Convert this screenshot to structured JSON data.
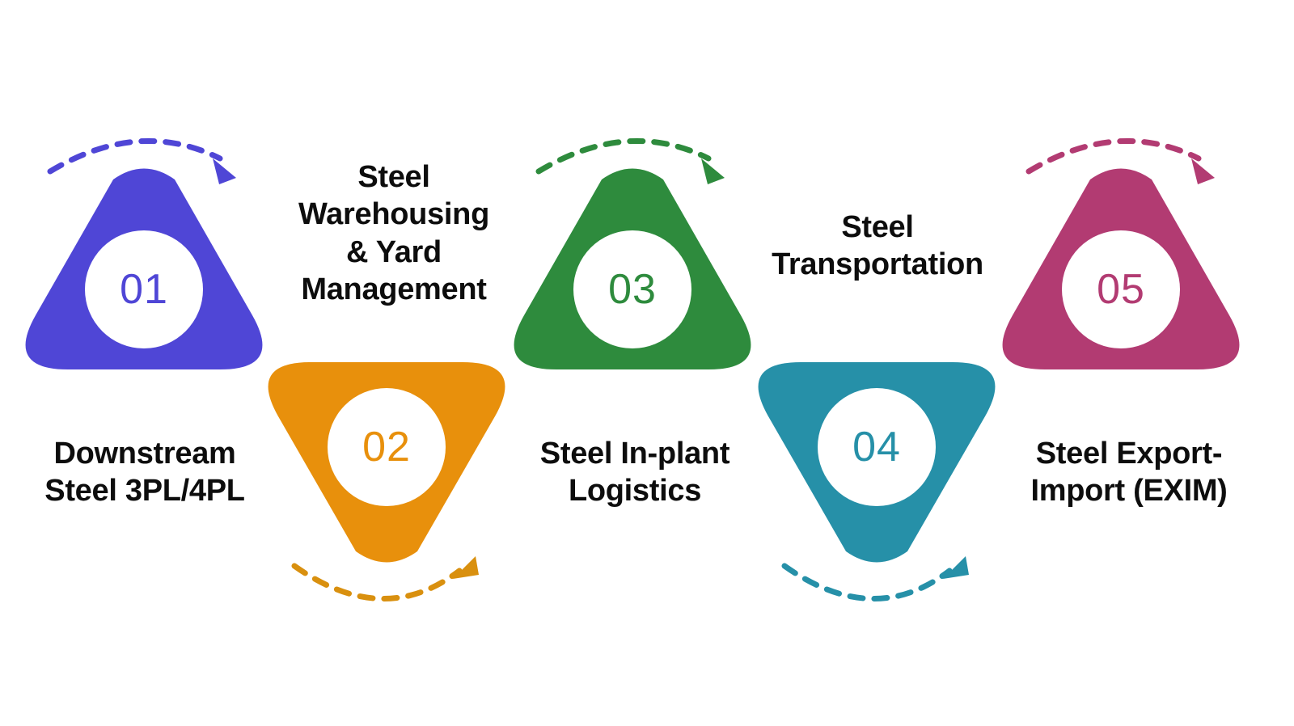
{
  "diagram": {
    "type": "process-cycle-infographic",
    "background_color": "#ffffff",
    "text_color": "#0d0d0d",
    "circle_fill": "#ffffff",
    "steps": [
      {
        "number": "01",
        "label": "Downstream\nSteel 3PL/4PL",
        "color": "#4f46d6",
        "orientation": "up",
        "label_position": "below-left"
      },
      {
        "number": "02",
        "label": "Steel\nWarehousing\n& Yard\nManagement",
        "color": "#e8900c",
        "orientation": "down",
        "label_position": "above-left"
      },
      {
        "number": "03",
        "label": "Steel In-plant\nLogistics",
        "color": "#2e8b3d",
        "orientation": "up",
        "label_position": "below-left"
      },
      {
        "number": "04",
        "label": "Steel\nTransportation",
        "color": "#2690a8",
        "orientation": "down",
        "label_position": "above-left"
      },
      {
        "number": "05",
        "label": "Steel Export-\nImport (EXIM)",
        "color": "#b23b72",
        "orientation": "up",
        "label_position": "below-left"
      }
    ],
    "arrows": [
      {
        "name": "arrow-01",
        "color": "#4f46d6",
        "direction": "over-top-right"
      },
      {
        "name": "arrow-02",
        "color": "#e8900c",
        "direction": "under-bottom-right"
      },
      {
        "name": "arrow-03",
        "color": "#2e8b3d",
        "direction": "over-top-right"
      },
      {
        "name": "arrow-04",
        "color": "#2690a8",
        "direction": "under-bottom-right"
      },
      {
        "name": "arrow-05",
        "color": "#b23b72",
        "direction": "over-top-right"
      }
    ]
  }
}
